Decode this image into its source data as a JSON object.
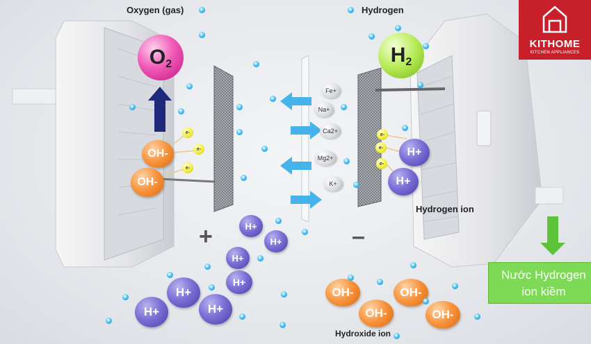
{
  "labels": {
    "oxygen_gas": "Oxygen (gas)",
    "hydrogen_gas": "Hydrogen",
    "hydrogen_ion": "Hydrogen ion",
    "hydroxide_ion": "Hydroxide ion"
  },
  "brand": {
    "name": "KITHOME",
    "tagline": "KITCHEN APPLIANCES",
    "color": "#c8202a"
  },
  "result_box": {
    "line1": "Nước Hydrogen",
    "line2": "ion kiềm",
    "color": "#7ed957"
  },
  "molecules": {
    "o2": "O",
    "o2_sub": "2",
    "h2": "H",
    "h2_sub": "2"
  },
  "electrodes": {
    "anode_sign": "+",
    "cathode_sign": "–"
  },
  "ions": {
    "h_plus": "H+",
    "oh_minus": "OH-",
    "electron": "e-"
  },
  "minerals": [
    "Fe+",
    "Na+",
    "Ca2+",
    "Mg2+",
    "K+"
  ],
  "colors": {
    "h_plus": "#7d6fd6",
    "oh_minus": "#f7923a",
    "electron": "#f4ee3e",
    "water_dot": "#4fc1ef",
    "arrow_blue": "#46b3ea",
    "arrow_green": "#5cc33b"
  }
}
